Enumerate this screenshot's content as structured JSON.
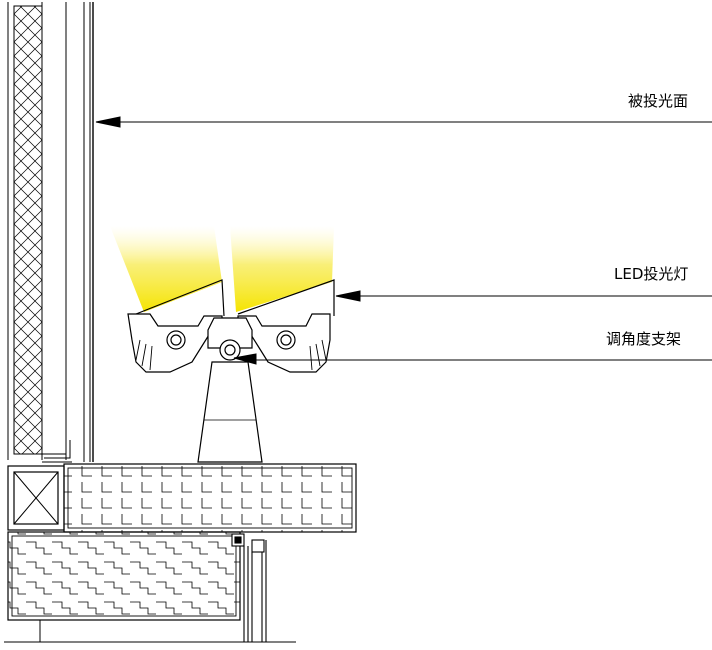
{
  "labels": {
    "illuminated_surface": "被投光面",
    "led_floodlight": "LED投光灯",
    "angle_bracket": "调角度支架"
  },
  "colors": {
    "line": "#000000",
    "background": "#ffffff",
    "light_beam": "#f5e400"
  }
}
